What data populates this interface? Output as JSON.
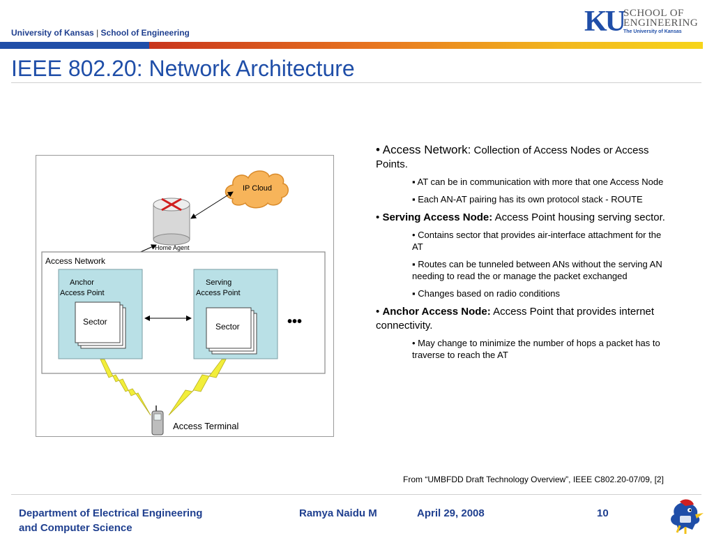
{
  "header": {
    "university": "University of Kansas",
    "separator": "|",
    "school": "School of Engineering"
  },
  "logo": {
    "letters": "KU",
    "line1": "SCHOOL OF",
    "line2": "ENGINEERING",
    "subtitle": "The University of Kansas"
  },
  "title": "IEEE 802.20: Network Architecture",
  "diagram": {
    "ip_cloud": "IP Cloud",
    "home_agent": "Home Agent",
    "access_network": "Access Network",
    "anchor_line1": "Anchor",
    "anchor_line2": "Access Point",
    "serving_line1": "Serving",
    "serving_line2": "Access Point",
    "sector_left": "Sector",
    "sector_right": "Sector",
    "ellipsis": "•••",
    "access_terminal": "Access Terminal"
  },
  "bullets": {
    "b1_lead": "• Access Network:",
    "b1_def": "Collection of Access Nodes or Access Points.",
    "b1_sub1": "▪  AT can be in communication with more that one Access Node",
    "b1_sub2": "▪ Each AN-AT pairing has its own protocol stack - ROUTE",
    "b2_bullet": "•",
    "b2_term": "Serving Access Node:",
    "b2_def": "Access Point housing serving sector.",
    "b2_sub1": "• Contains sector that provides air-interface attachment for the AT",
    "b2_sub2": "▪ Routes can be tunneled between ANs without the serving AN needing to read the or manage the packet exchanged",
    "b2_sub3": "▪ Changes based on radio conditions",
    "b3_bullet": "•",
    "b3_term": "Anchor Access Node:",
    "b3_def": "Access Point that provides internet connectivity.",
    "b3_sub1": "• May change to minimize the number of hops a packet has to traverse to reach the AT"
  },
  "source": "From “UMBFDD Draft Technology Overview”, IEEE C802.20-07/09, [2]",
  "footer": {
    "dept_line1": "Department of Electrical Engineering",
    "dept_line2": "and Computer Science",
    "author": "Ramya Naidu M",
    "date": "April 29, 2008",
    "page": "10"
  },
  "colors": {
    "brand_blue": "#1f4ea8",
    "footer_blue": "#1f3f8f",
    "box_fill": "#b9e0e6",
    "cloud_fill": "#f7b45a",
    "bolt_fill": "#f2ee3a",
    "router_red": "#d02020"
  },
  "icons": {
    "router": "router-icon",
    "cloud": "ip-cloud-icon",
    "phone": "mobile-phone-icon",
    "bolt": "lightning-bolt-icon",
    "mascot": "jayhawk-icon"
  }
}
